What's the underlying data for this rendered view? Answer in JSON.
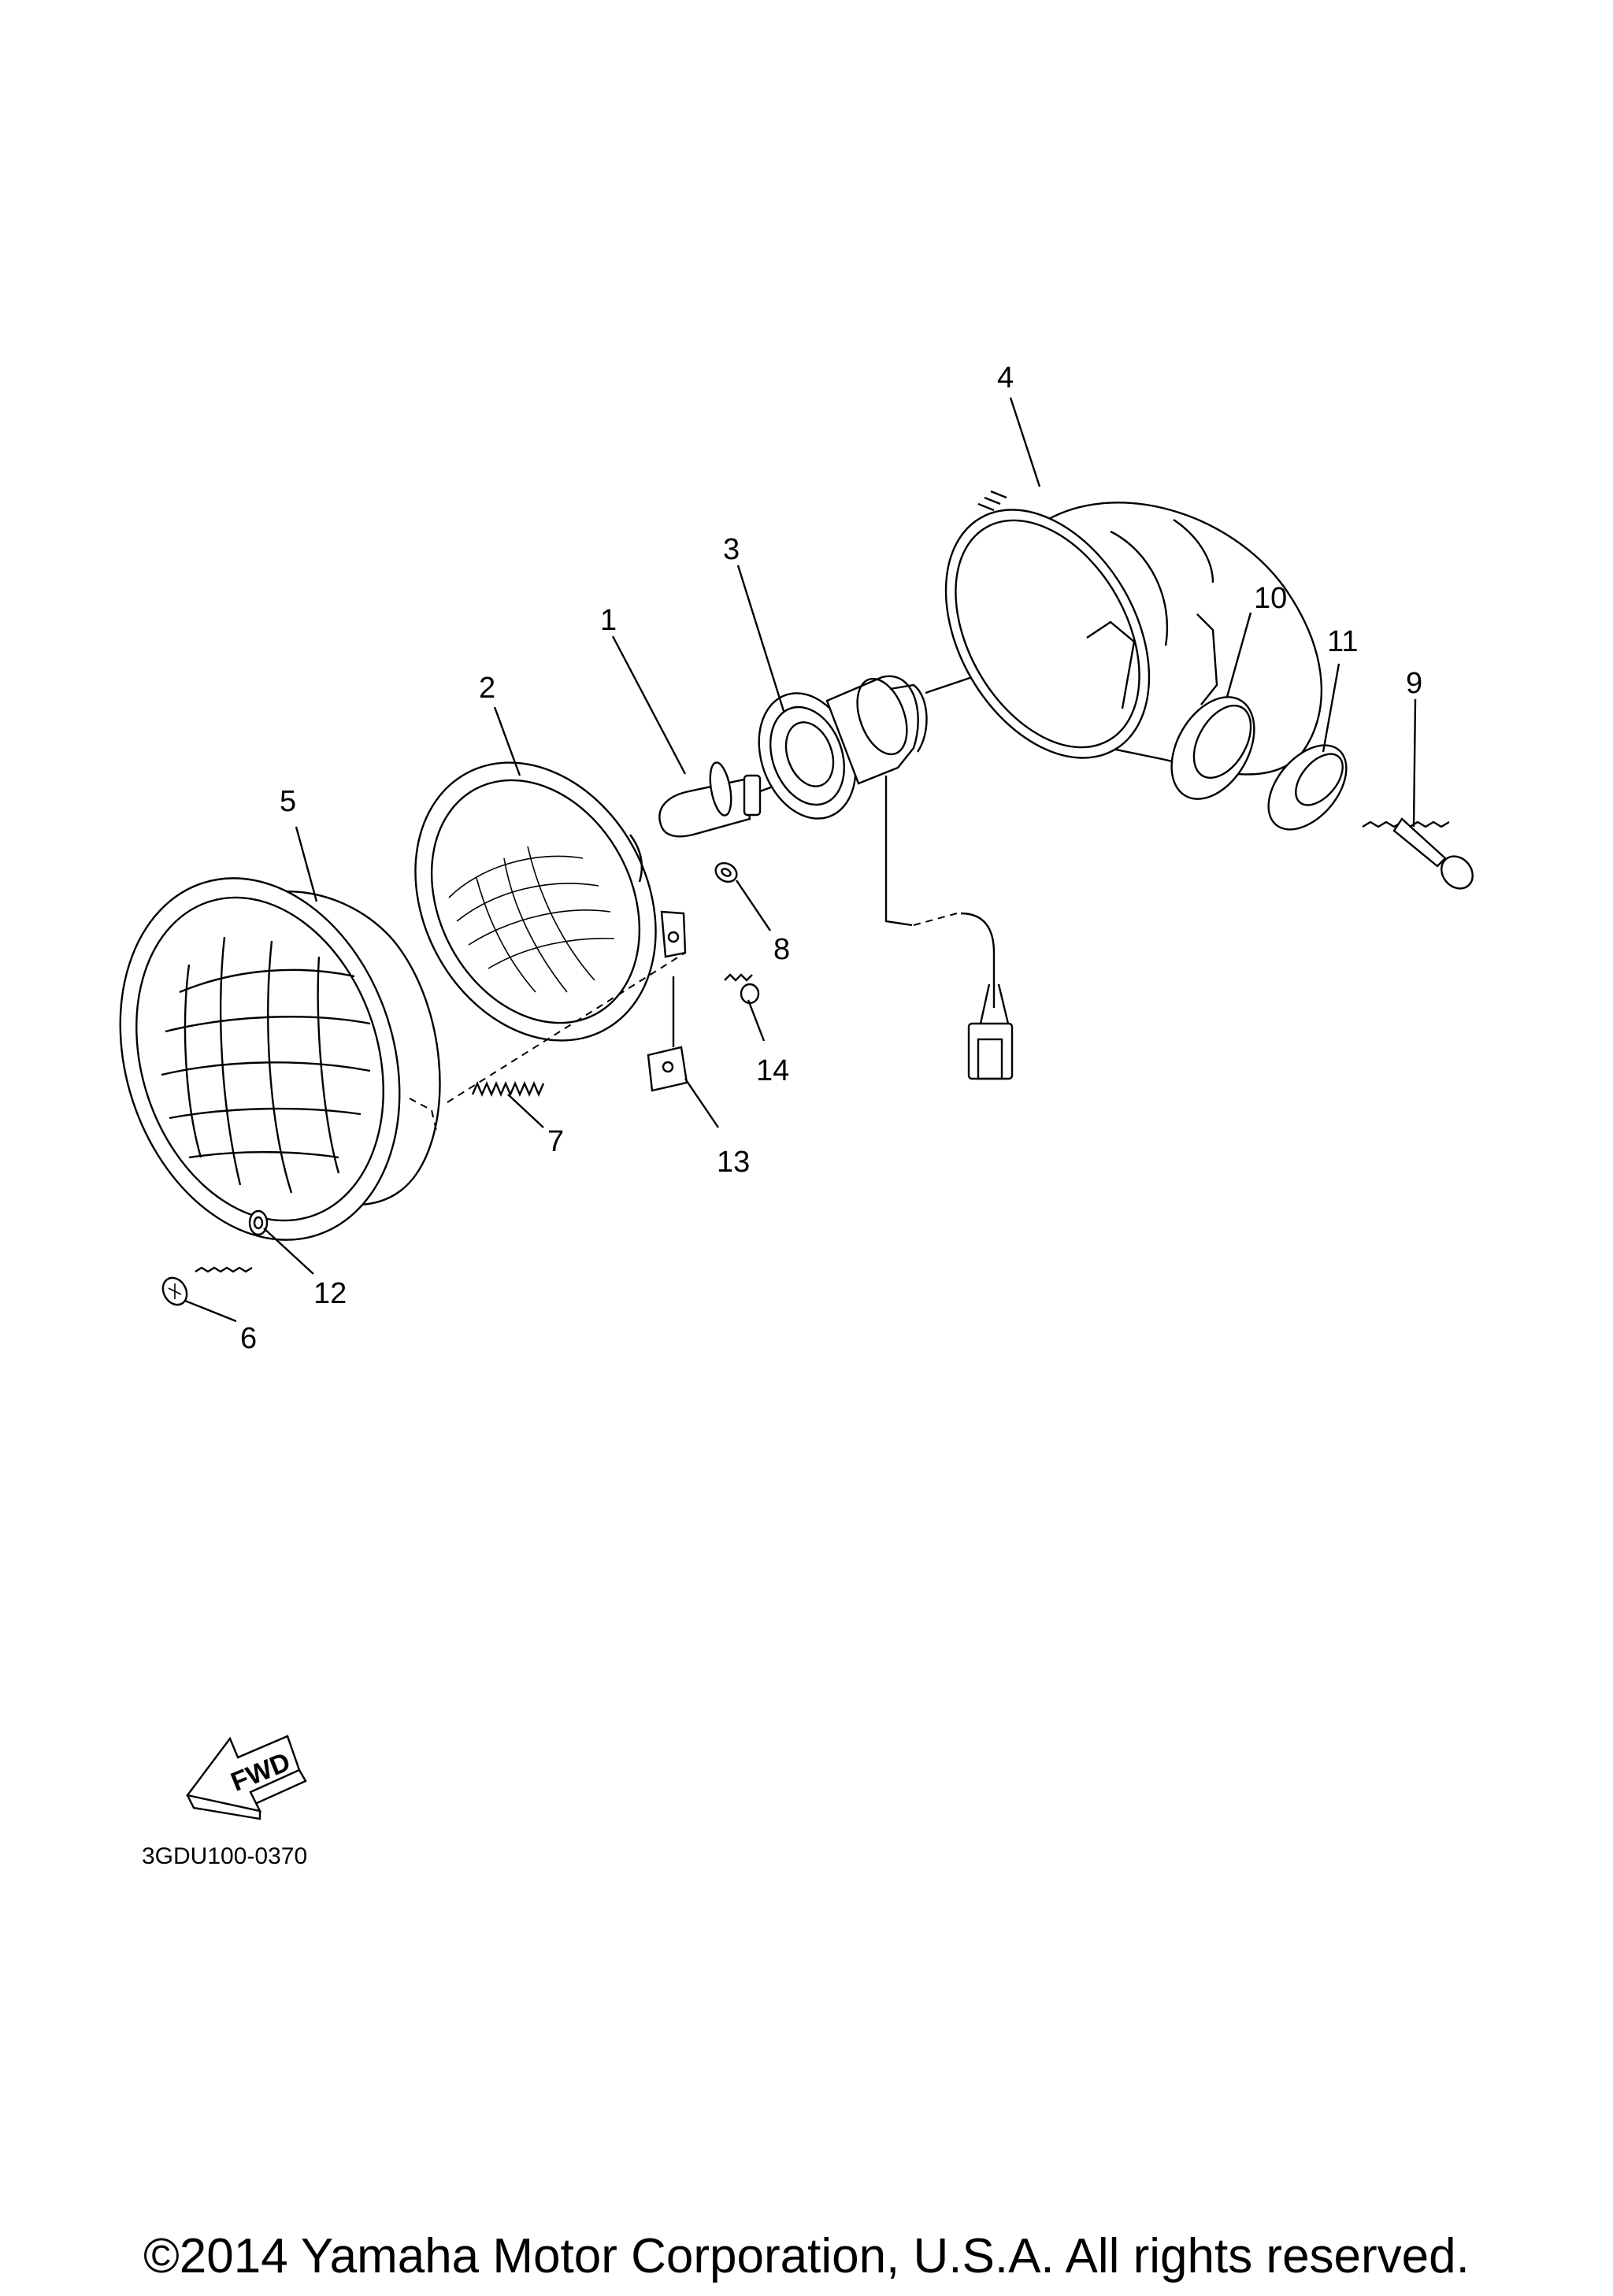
{
  "callouts": {
    "p1": "1",
    "p2": "2",
    "p3": "3",
    "p4": "4",
    "p5": "5",
    "p6": "6",
    "p7": "7",
    "p8": "8",
    "p9": "9",
    "p10": "10",
    "p11": "11",
    "p12": "12",
    "p13": "13",
    "p14": "14"
  },
  "fwd_label": "FWD",
  "diagram_code": "3GDU100-0370",
  "copyright": "©2014 Yamaha Motor Corporation, U.S.A. All rights reserved."
}
